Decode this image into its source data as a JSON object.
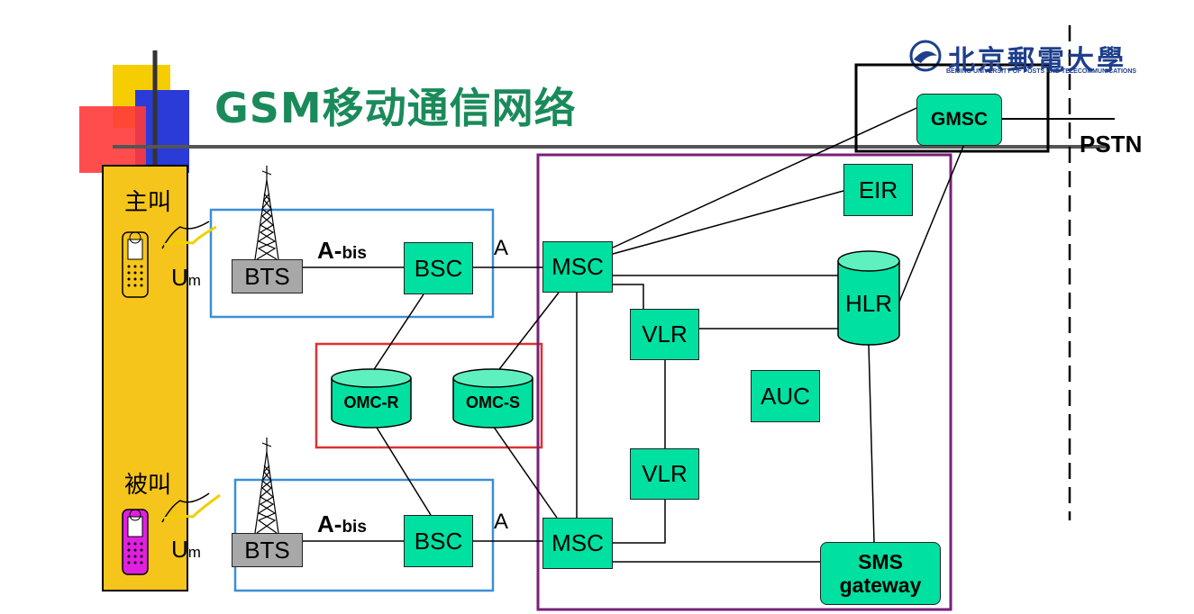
{
  "slide": {
    "title": "GSM移动通信网络",
    "logo": {
      "name": "北京郵電大學",
      "subtitle": "BEIJING UNIVERSITY OF POSTS AND TELECOMMUNICATIONS"
    }
  },
  "nodes": {
    "gmsc": "GMSC",
    "pstn": "PSTN",
    "eir": "EIR",
    "hlr": "HLR",
    "auc": "AUC",
    "vlr_top": "VLR",
    "vlr_bottom": "VLR",
    "msc_top": "MSC",
    "msc_bottom": "MSC",
    "bsc_top": "BSC",
    "bsc_bottom": "BSC",
    "bts_top": "BTS",
    "bts_bottom": "BTS",
    "omc_r": "OMC-R",
    "omc_s": "OMC-S",
    "sms_line1": "SMS",
    "sms_line2": "gateway"
  },
  "interfaces": {
    "abis_a_top": "A-",
    "abis_bis_top": "bis",
    "abis_a_bottom": "A-",
    "abis_bis_bottom": "bis",
    "a_top": "A",
    "a_bottom": "A",
    "um_u_top": "U",
    "um_m_top": "m",
    "um_u_bottom": "U",
    "um_m_bottom": "m"
  },
  "users": {
    "caller": "主叫",
    "callee": "被叫"
  },
  "colors": {
    "node_fill": "#00e0a0",
    "bts_fill": "#a8a8a8",
    "title": "#1b8a5a",
    "ms_panel": "#f6c51c",
    "bss_border": "#3b8fd6",
    "omc_border": "#e03030",
    "nss_border": "#7a1f7a",
    "caller_phone": "#f6c51c",
    "callee_phone": "#e020e0"
  }
}
